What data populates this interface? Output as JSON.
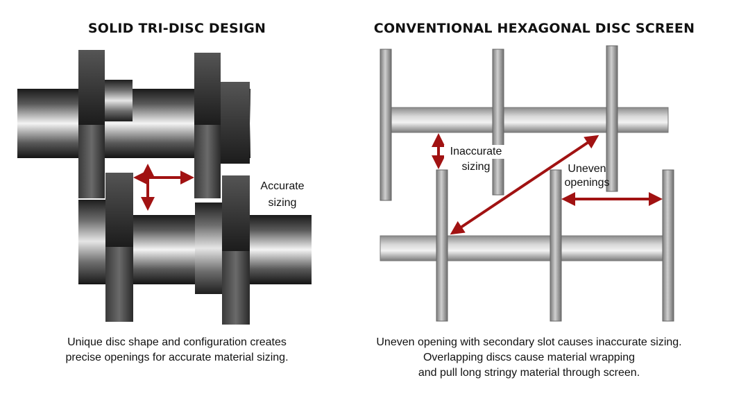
{
  "left_panel": {
    "title": "SOLID TRI-DISC DESIGN",
    "annotation_line1": "Accurate",
    "annotation_line2": "sizing",
    "caption_lines": [
      "Unique disc shape and configuration creates",
      "precise openings for accurate material sizing."
    ]
  },
  "right_panel": {
    "title": "CONVENTIONAL HEXAGONAL DISC SCREEN",
    "annotation_inaccurate_line1": "Inaccurate",
    "annotation_inaccurate_line2": "sizing",
    "annotation_uneven_line1": "Uneven",
    "annotation_uneven_line2": "openings",
    "caption_lines": [
      "Uneven opening with secondary slot causes inaccurate sizing.",
      "Overlapping discs cause material wrapping",
      "and pull long stringy material through screen."
    ]
  },
  "colors": {
    "arrow": "#a11212",
    "dark_metal": "#2a2a2a",
    "light_metal": "#e8e8e8",
    "gray_metal": "#9a9a9a"
  }
}
